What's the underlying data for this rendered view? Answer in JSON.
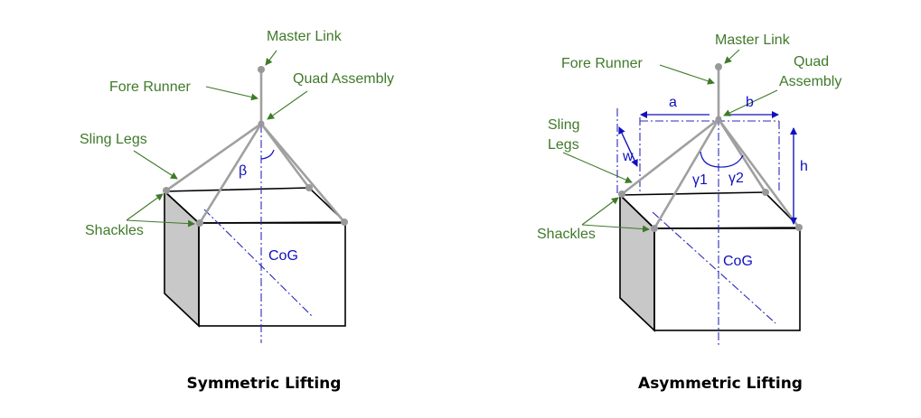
{
  "colors": {
    "label": "#3f7a2a",
    "annotation": "#1010c0",
    "sling": "#a0a0a0",
    "side_face": "#c8c8c8"
  },
  "symmetric": {
    "caption": "Symmetric Lifting",
    "master_link": "Master Link",
    "fore_runner": "Fore Runner",
    "quad_assembly": "Quad Assembly",
    "sling_legs": "Sling Legs",
    "shackles": "Shackles",
    "cog": "CoG",
    "beta": "β"
  },
  "asymmetric": {
    "caption": "Asymmetric Lifting",
    "master_link": "Master Link",
    "fore_runner": "Fore Runner",
    "quad_line1": "Quad",
    "quad_line2": "Assembly",
    "sling_line1": "Sling",
    "sling_line2": "Legs",
    "shackles": "Shackles",
    "cog": "CoG",
    "a": "a",
    "b": "b",
    "w": "w",
    "h": "h",
    "gamma1": "γ1",
    "gamma2": "γ2"
  }
}
